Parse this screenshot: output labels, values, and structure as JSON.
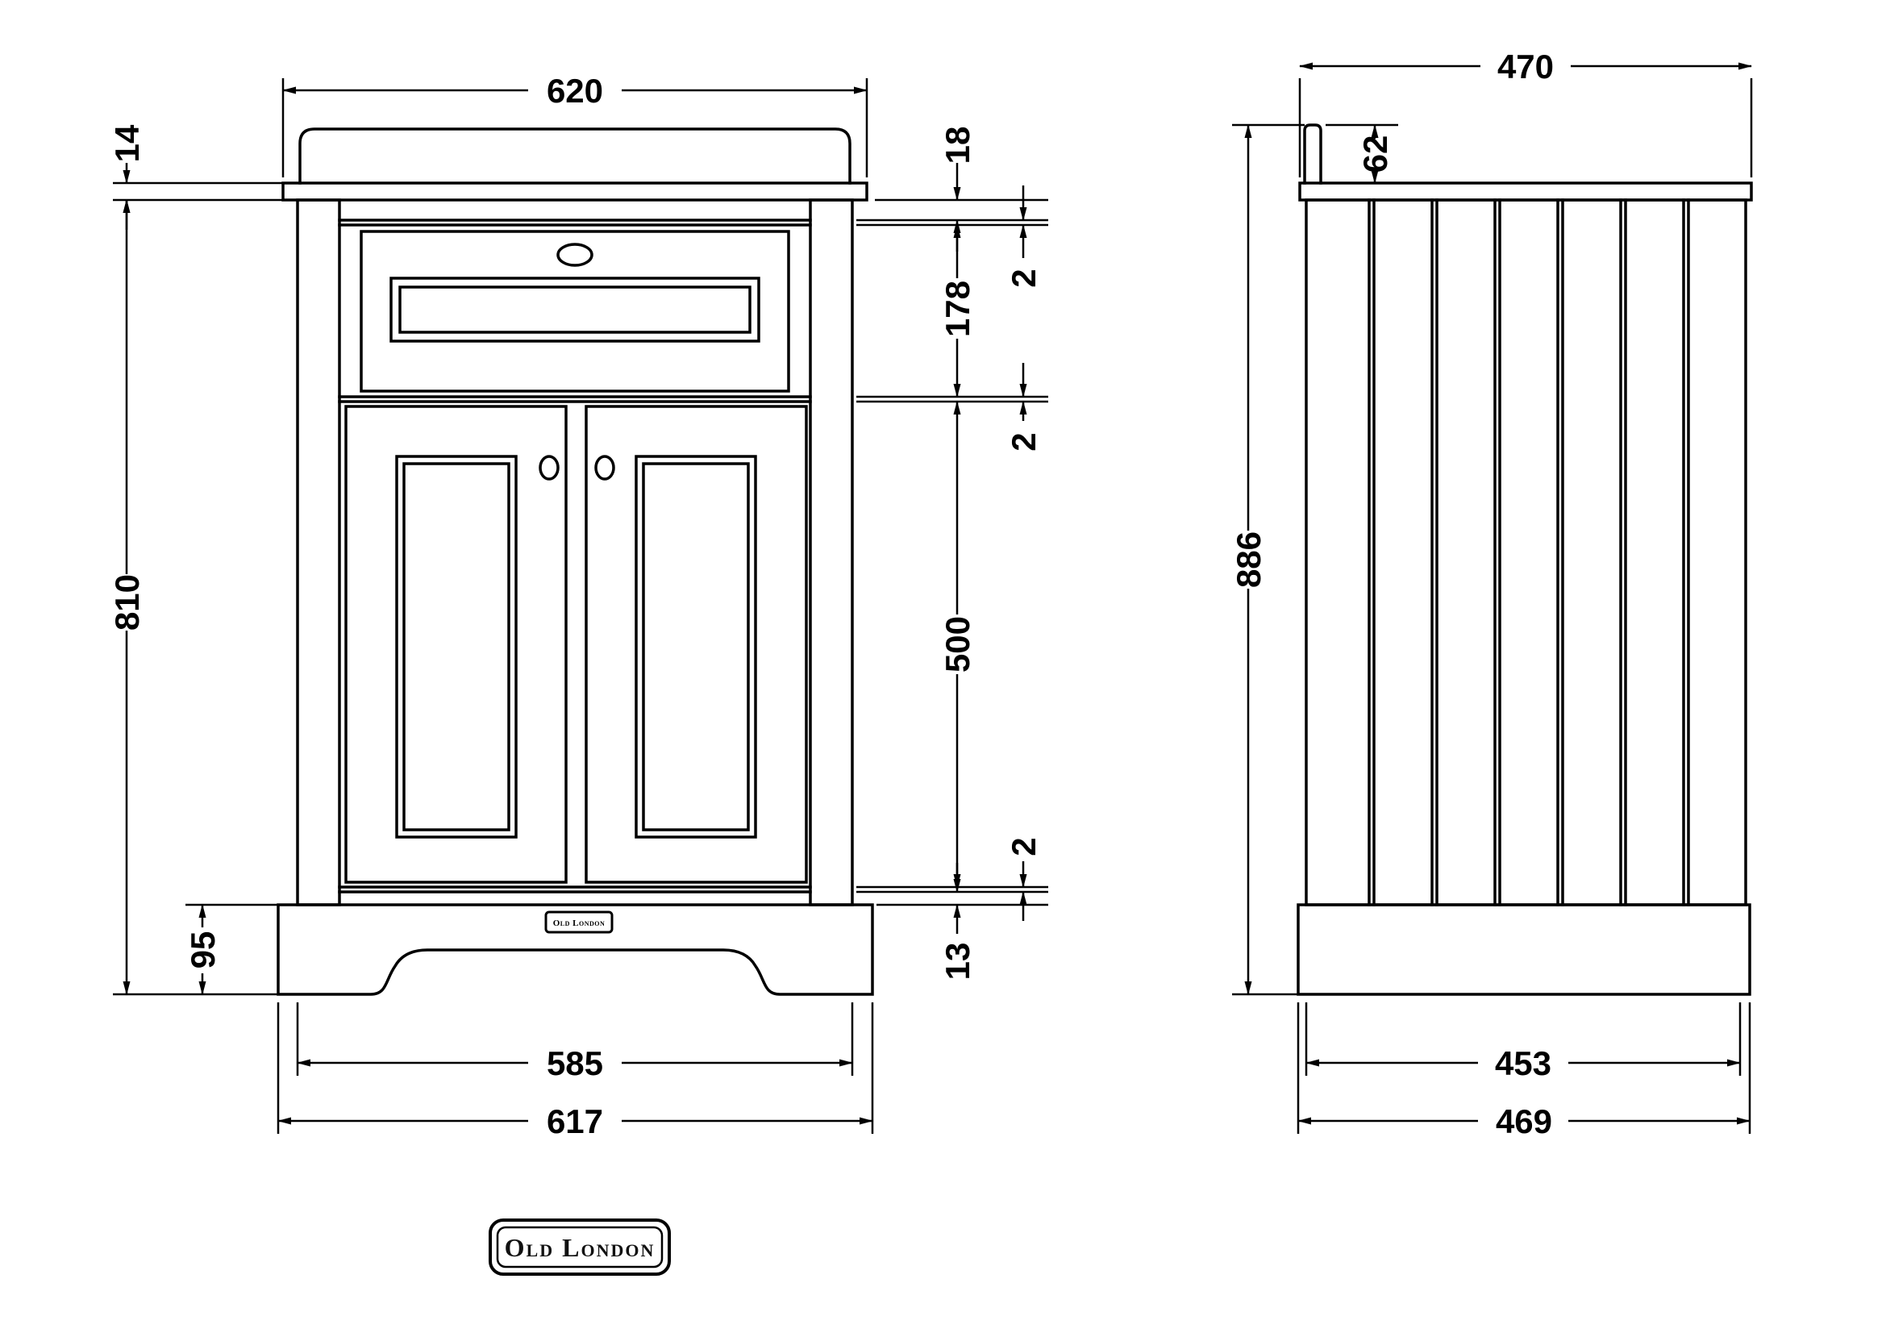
{
  "front": {
    "top_width": "620",
    "counter_thickness": "14",
    "height": "810",
    "plinth_height": "95",
    "top_rail": "18",
    "gap_top": "2",
    "drawer_height": "178",
    "gap_mid": "2",
    "door_height": "500",
    "gap_bottom": "2",
    "bottom_rail": "13",
    "legs_width": "585",
    "base_width": "617"
  },
  "side": {
    "top_depth": "470",
    "upstand_height": "62",
    "overall_height": "886",
    "panel_depth": "453",
    "base_depth": "469"
  },
  "brand": {
    "badge": "Old London",
    "logo": "Old London"
  }
}
